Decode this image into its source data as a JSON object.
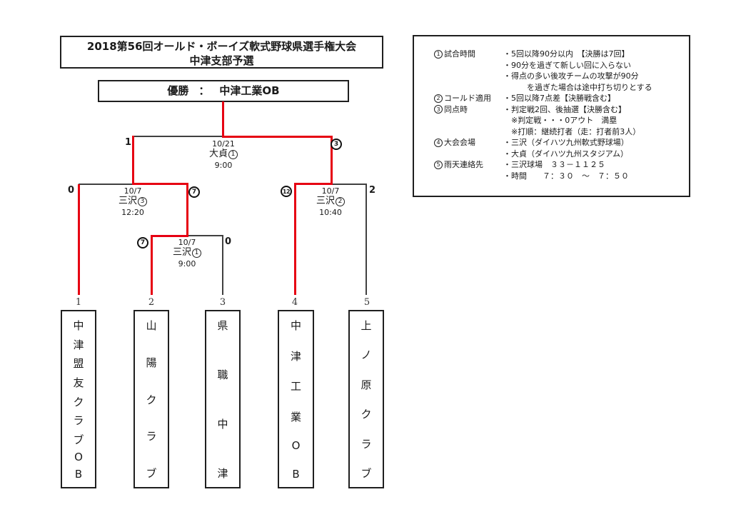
{
  "header": {
    "title_line1": "2018第56回オールド・ボーイズ軟式野球県選手権大会",
    "title_line2": "中津支部予選"
  },
  "champion": {
    "label": "優勝",
    "separator": "：",
    "name": "中津工業OB"
  },
  "colors": {
    "win_path": "#e60012",
    "line": "#404040"
  },
  "matches": {
    "final": {
      "date": "10/21",
      "venue": "大貞",
      "court": "1",
      "time": "9:00",
      "left_score": "1",
      "left_circled": false,
      "right_score": "3",
      "right_circled": true
    },
    "semi_left": {
      "date": "10/7",
      "venue": "三沢",
      "court": "3",
      "time": "12:20",
      "left_score": "0",
      "left_circled": false,
      "right_score": "7",
      "right_circled": true
    },
    "semi_right": {
      "date": "10/7",
      "venue": "三沢",
      "court": "2",
      "time": "10:40",
      "left_score": "12",
      "left_circled": true,
      "right_score": "2",
      "right_circled": false
    },
    "round1": {
      "date": "10/7",
      "venue": "三沢",
      "court": "1",
      "time": "9:00",
      "left_score": "7",
      "left_circled": true,
      "right_score": "0",
      "right_circled": false
    }
  },
  "teams": [
    {
      "seed": "1",
      "name": "中津盟友クラブOB"
    },
    {
      "seed": "2",
      "name": "山陽クラブ"
    },
    {
      "seed": "3",
      "name": "県職中津"
    },
    {
      "seed": "4",
      "name": "中津工業OB"
    },
    {
      "seed": "5",
      "name": "上ノ原クラブ"
    }
  ],
  "rules": {
    "rows": [
      {
        "num": "1",
        "label": "試合時間",
        "lines": [
          "・5回以降90分以内　【決勝は7回】",
          "・90分を過ぎて新しい回に入らない",
          "・得点の多い後攻チームの攻撃が90分",
          "　　　を過ぎた場合は途中打ち切りとする"
        ]
      },
      {
        "num": "2",
        "label": "コールド適用",
        "lines": [
          "・5回以降7点差【決勝戦含む】"
        ]
      },
      {
        "num": "3",
        "label": "同点時",
        "lines": [
          "・判定戦2回、後抽選【決勝含む】",
          "　※判定戦・・・0アウト　満塁",
          "　※打順：継続打者（走：打者前3人）"
        ]
      },
      {
        "num": "4",
        "label": "大会会場",
        "lines": [
          "・三沢（ダイハツ九州軟式野球場）",
          "・大貞（ダイハツ九州スタジアム）"
        ]
      },
      {
        "num": "5",
        "label": "雨天連絡先",
        "lines": [
          "・三沢球場　３３－１１２５",
          "・時間　　７：３０　～　７：５０"
        ]
      }
    ]
  }
}
